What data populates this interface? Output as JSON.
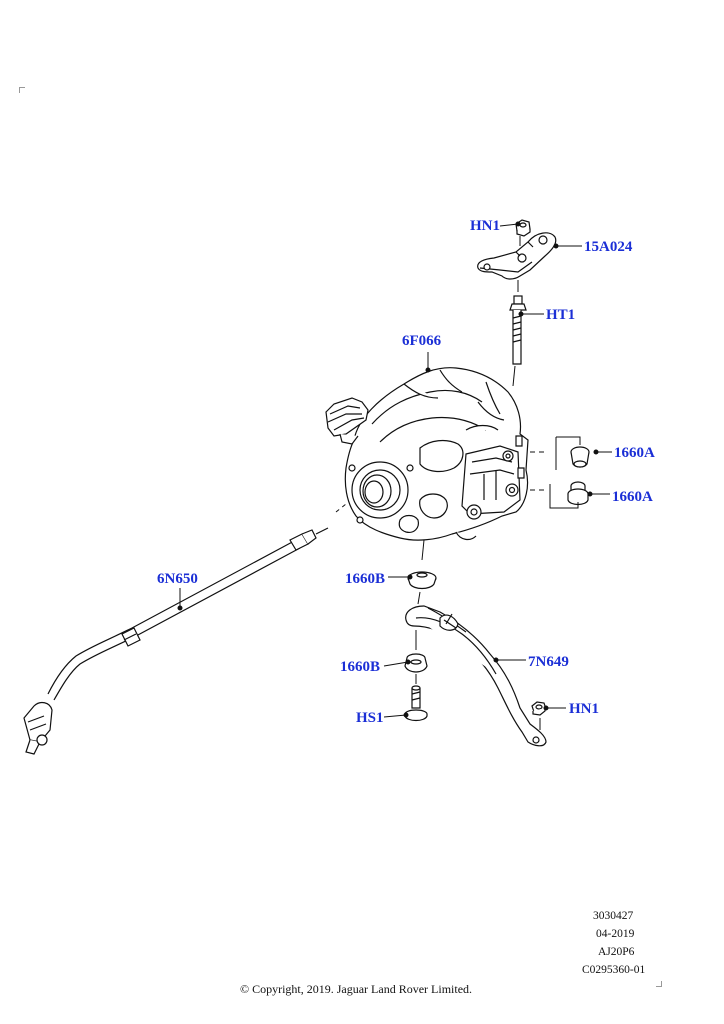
{
  "colors": {
    "label": "#1b2fd6",
    "line": "#111111"
  },
  "labels": {
    "hn1_top": "HN1",
    "p15a024": "15A024",
    "ht1": "HT1",
    "p6f066": "6F066",
    "p1660a_upper": "1660A",
    "p1660a_lower": "1660A",
    "p6n650": "6N650",
    "p1660b_upper": "1660B",
    "p7n649": "7N649",
    "p1660b_lower": "1660B",
    "hs1": "HS1",
    "hn1_bottom": "HN1"
  },
  "reference": {
    "number": "3030427",
    "date": "04-2019",
    "code": "AJ20P6",
    "doc": "C0295360-01"
  },
  "copyright": "© Copyright, 2019. Jaguar Land Rover Limited."
}
